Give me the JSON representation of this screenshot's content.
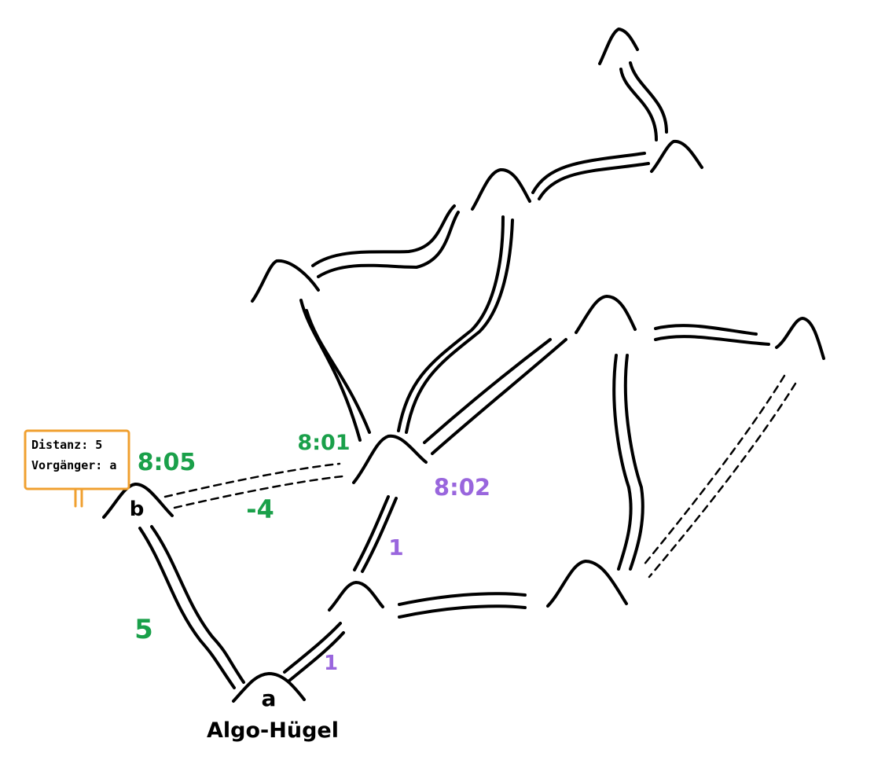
{
  "colors": {
    "ink": "#000000",
    "green": "#1aa04a",
    "purple": "#9966dd",
    "orange": "#f0a030"
  },
  "nodes": {
    "a": "a",
    "b": "b",
    "a_caption": "Algo-Hügel"
  },
  "sign": {
    "line1": "Distanz: 5",
    "line2": "Vorgänger: a"
  },
  "labels": {
    "time_b": "8:05",
    "time_center_top": "8:01",
    "time_center_right": "8:02",
    "weight_a_b": "5",
    "weight_b_center": "-4",
    "weight_center_down": "1",
    "weight_a_up": "1"
  }
}
